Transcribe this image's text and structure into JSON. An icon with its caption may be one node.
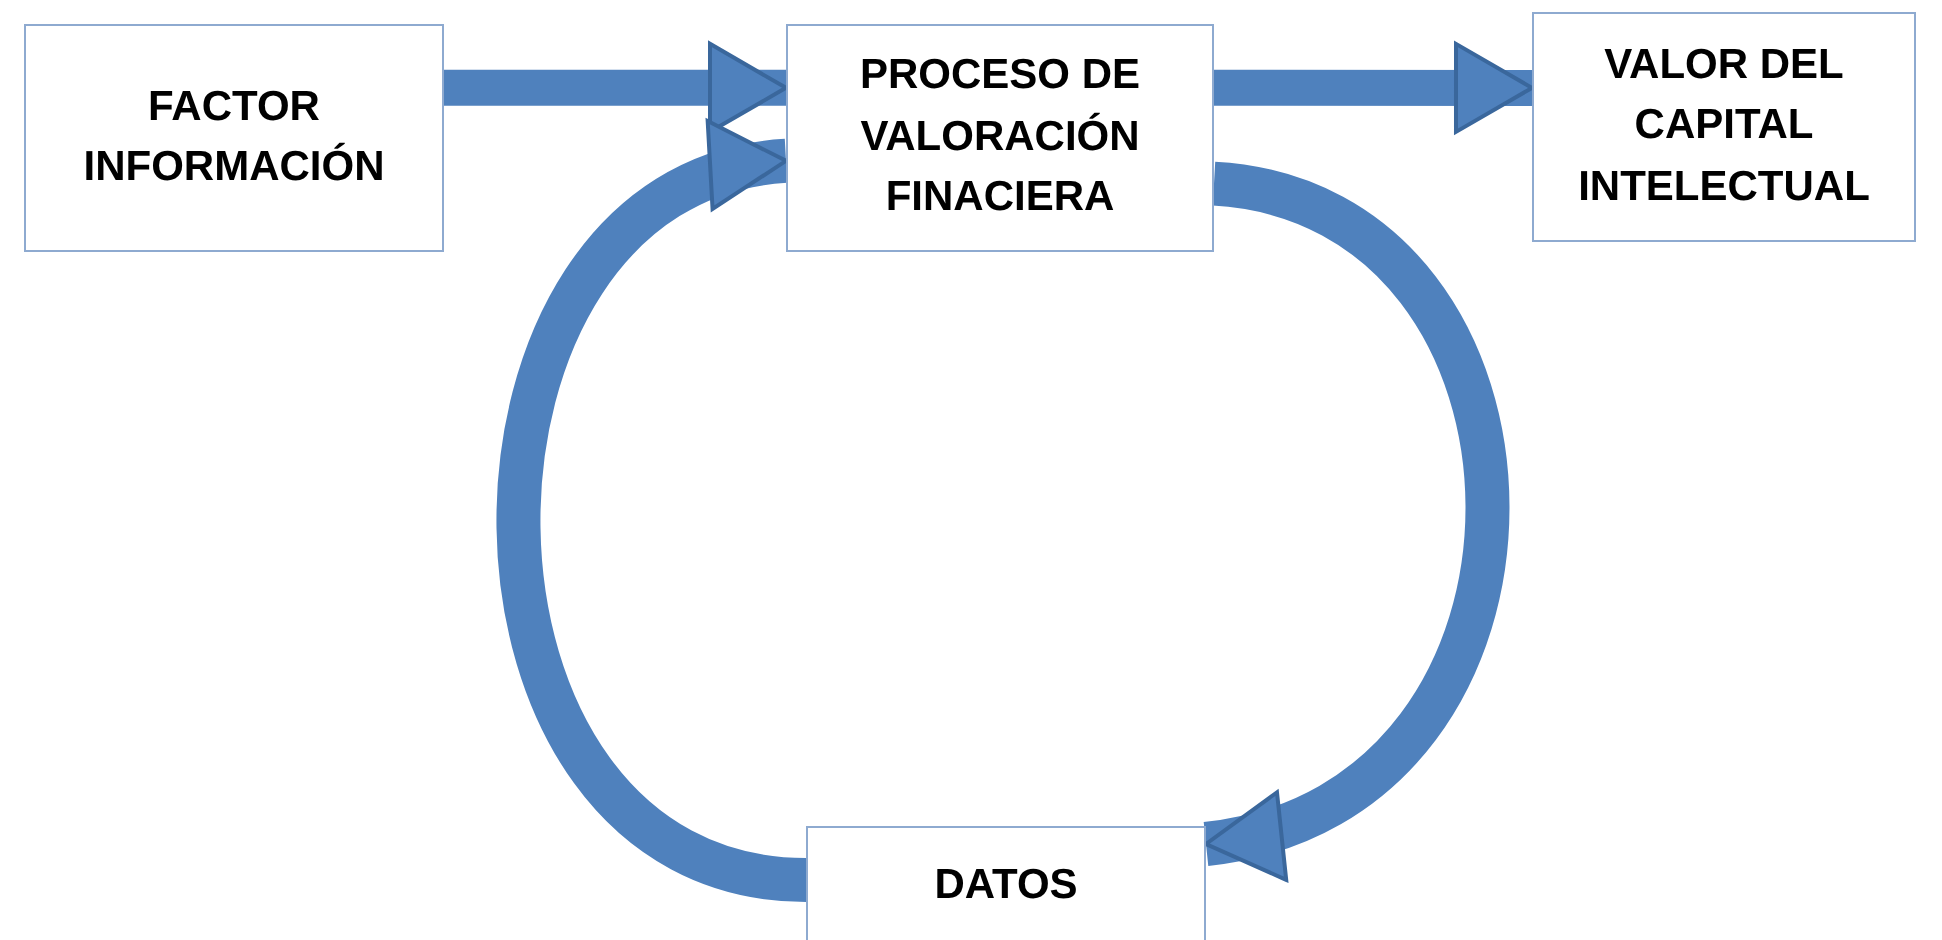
{
  "diagram": {
    "nodes": [
      {
        "text": [
          "FACTOR INFORMACIÓN"
        ]
      },
      {
        "text": [
          "PROCESO DE VALORACIÓN FINACIERA"
        ]
      },
      {
        "text": [
          "VALOR DEL CAPITAL INTELECTUAL"
        ]
      },
      {
        "text": [
          "DATOS"
        ]
      }
    ],
    "edges": [
      {
        "from": 0,
        "to": 1,
        "arrow": "to"
      },
      {
        "from": 1,
        "to": 2,
        "arrow": "to"
      },
      {
        "from": 1,
        "to": 3,
        "arrow": "to"
      },
      {
        "from": 3,
        "to": 1,
        "arrow": "to"
      }
    ]
  }
}
